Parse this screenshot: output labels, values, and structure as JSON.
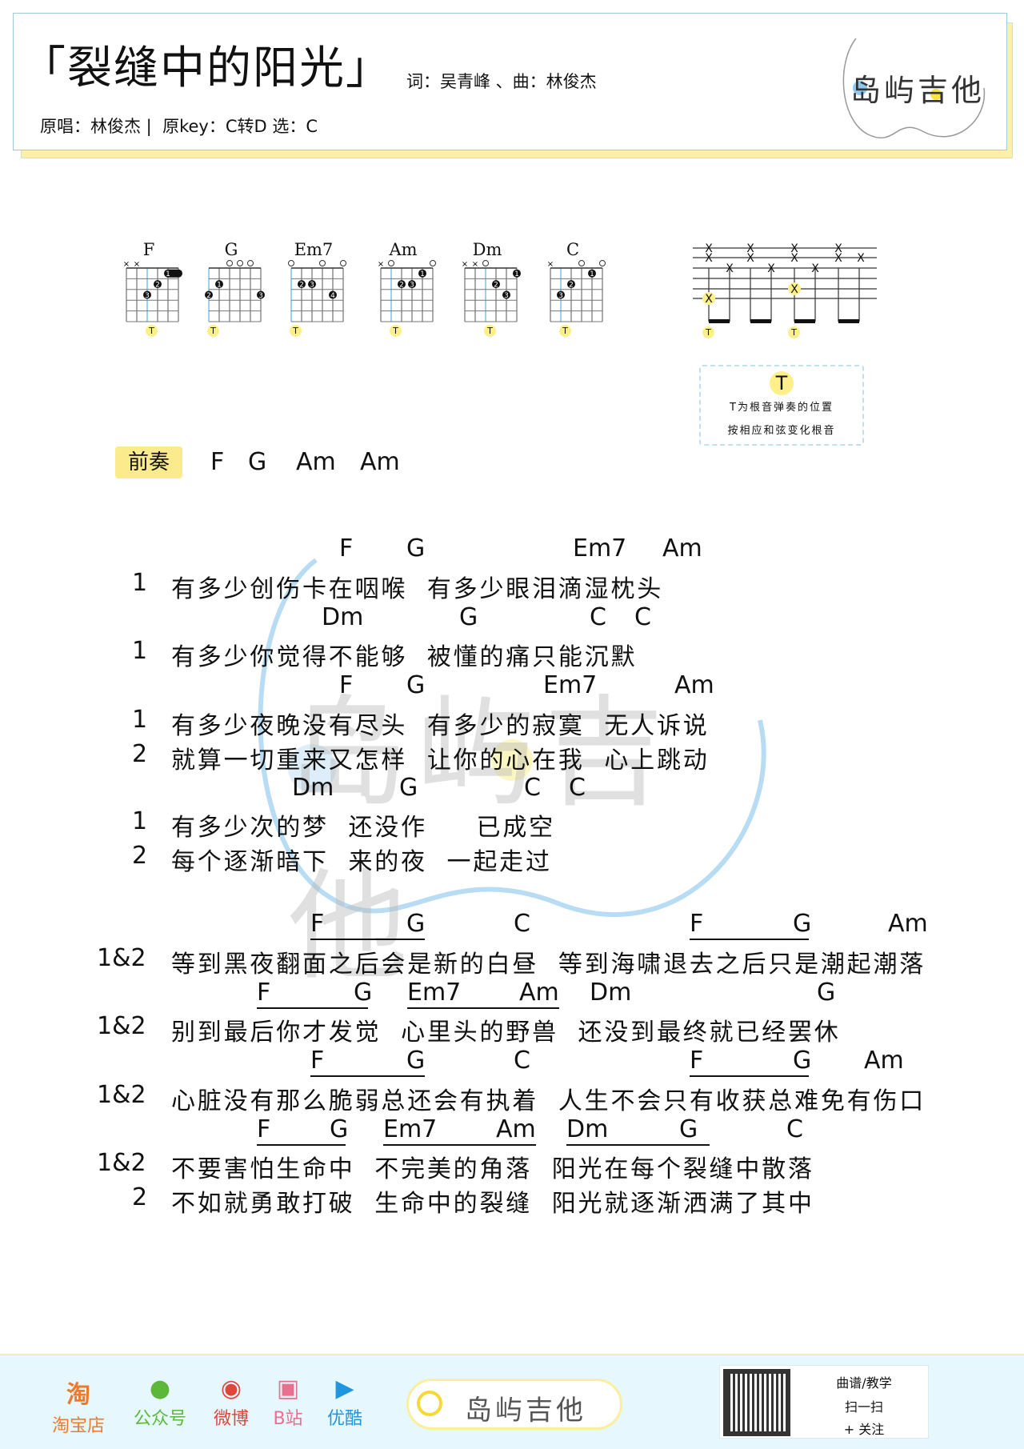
{
  "header": {
    "title": "「裂缝中的阳光」",
    "credits": "词：吴青峰 、曲：林俊杰",
    "meta": "原唱：林俊杰 |  原key：C转D 选：C",
    "logo_text": "岛屿吉他"
  },
  "chords": [
    {
      "name": "F",
      "markers": [
        [
          "x",
          0
        ],
        [
          "x",
          1
        ]
      ],
      "dots": [
        [
          3,
          2,
          "2"
        ],
        [
          2,
          3,
          "3"
        ]
      ],
      "barre": [
        4,
        5,
        1,
        "1"
      ],
      "root": 2
    },
    {
      "name": "G",
      "markers": [
        [
          "o",
          2
        ],
        [
          "o",
          3
        ],
        [
          "o",
          4
        ]
      ],
      "dots": [
        [
          1,
          2,
          "1"
        ],
        [
          0,
          3,
          "2"
        ],
        [
          5,
          3,
          "3"
        ]
      ],
      "root": 0
    },
    {
      "name": "Em7",
      "markers": [
        [
          "o",
          0
        ],
        [
          "o",
          3
        ],
        [
          "o",
          5
        ]
      ],
      "dots": [
        [
          1,
          2,
          "2"
        ],
        [
          2,
          2,
          "3"
        ],
        [
          4,
          3,
          "4"
        ]
      ],
      "root": 0
    },
    {
      "name": "Am",
      "markers": [
        [
          "x",
          0
        ],
        [
          "o",
          1
        ],
        [
          "o",
          5
        ]
      ],
      "dots": [
        [
          4,
          1,
          "1"
        ],
        [
          2,
          2,
          "2"
        ],
        [
          3,
          2,
          "3"
        ]
      ],
      "root": 1
    },
    {
      "name": "Dm",
      "markers": [
        [
          "x",
          0
        ],
        [
          "x",
          1
        ],
        [
          "o",
          2
        ]
      ],
      "dots": [
        [
          5,
          1,
          "1"
        ],
        [
          3,
          2,
          "2"
        ],
        [
          4,
          3,
          "3"
        ]
      ],
      "root": 2
    },
    {
      "name": "C",
      "markers": [
        [
          "x",
          0
        ],
        [
          "o",
          3
        ],
        [
          "o",
          5
        ]
      ],
      "dots": [
        [
          4,
          1,
          "1"
        ],
        [
          2,
          2,
          "2"
        ],
        [
          1,
          3,
          "3"
        ]
      ],
      "root": 1
    }
  ],
  "root_marker": "T",
  "legend": {
    "mark": "T",
    "line1": "T为根音弹奏的位置",
    "line2": "按相应和弦变化根音"
  },
  "intro": {
    "label": "前奏",
    "chords": [
      "F",
      "G",
      "Am",
      "Am"
    ]
  },
  "verse": {
    "rows": [
      {
        "chords": [
          "F",
          "G",
          "Em7",
          "Am"
        ]
      },
      {
        "num": "1",
        "text": "有多少创伤卡在咽喉  有多少眼泪滴湿枕头"
      },
      {
        "chords": [
          "Dm",
          "G",
          "C",
          "C"
        ]
      },
      {
        "num": "1",
        "text": "有多少你觉得不能够  被懂的痛只能沉默"
      },
      {
        "chords": [
          "F",
          "G",
          "Em7",
          "Am"
        ]
      },
      {
        "num": "1",
        "text": "有多少夜晚没有尽头  有多少的寂寞  无人诉说"
      },
      {
        "num": "2",
        "text": "就算一切重来又怎样  让你的心在我  心上跳动"
      },
      {
        "chords": [
          "Dm",
          "G",
          "C",
          "C"
        ]
      },
      {
        "num": "1",
        "text": "有多少次的梦  还没作     已成空"
      },
      {
        "num": "2",
        "text": "每个逐渐暗下  来的夜  一起走过"
      }
    ]
  },
  "chorus": {
    "rows": [
      {
        "chords": [
          "F",
          "G",
          "C",
          "F",
          "G",
          "Am"
        ]
      },
      {
        "num": "1&2",
        "text": "等到黑夜翻面之后会是新的白昼  等到海啸退去之后只是潮起潮落"
      },
      {
        "chords": [
          "F",
          "G",
          "Em7",
          "Am",
          "Dm",
          "G"
        ]
      },
      {
        "num": "1&2",
        "text": "别到最后你才发觉  心里头的野兽  还没到最终就已经罢休"
      },
      {
        "chords": [
          "F",
          "G",
          "C",
          "F",
          "G",
          "Am"
        ]
      },
      {
        "num": "1&2",
        "text": "心脏没有那么脆弱总还会有执着  人生不会只有收获总难免有伤口"
      },
      {
        "chords": [
          "F",
          "G",
          "Em7",
          "Am",
          "Dm",
          "G",
          "C"
        ]
      },
      {
        "num": "1&2",
        "text": "不要害怕生命中  不完美的角落  阳光在每个裂缝中散落"
      },
      {
        "num": "2",
        "text": "不如就勇敢打破  生命中的裂缝  阳光就逐渐洒满了其中"
      }
    ]
  },
  "footer": {
    "links": [
      {
        "label": "淘宝店",
        "glyph": "淘",
        "color": "#f07a2a"
      },
      {
        "label": "公众号",
        "glyph": "●",
        "color": "#5db83a"
      },
      {
        "label": "微博",
        "glyph": "◉",
        "color": "#e0463a"
      },
      {
        "label": "B站",
        "glyph": "▣",
        "color": "#e8708f"
      },
      {
        "label": "优酷",
        "glyph": "▶",
        "color": "#2196e0"
      }
    ],
    "search_text": "岛屿吉他",
    "qr_lines": [
      "曲谱/教学",
      "扫一扫",
      "+ 关注"
    ]
  }
}
